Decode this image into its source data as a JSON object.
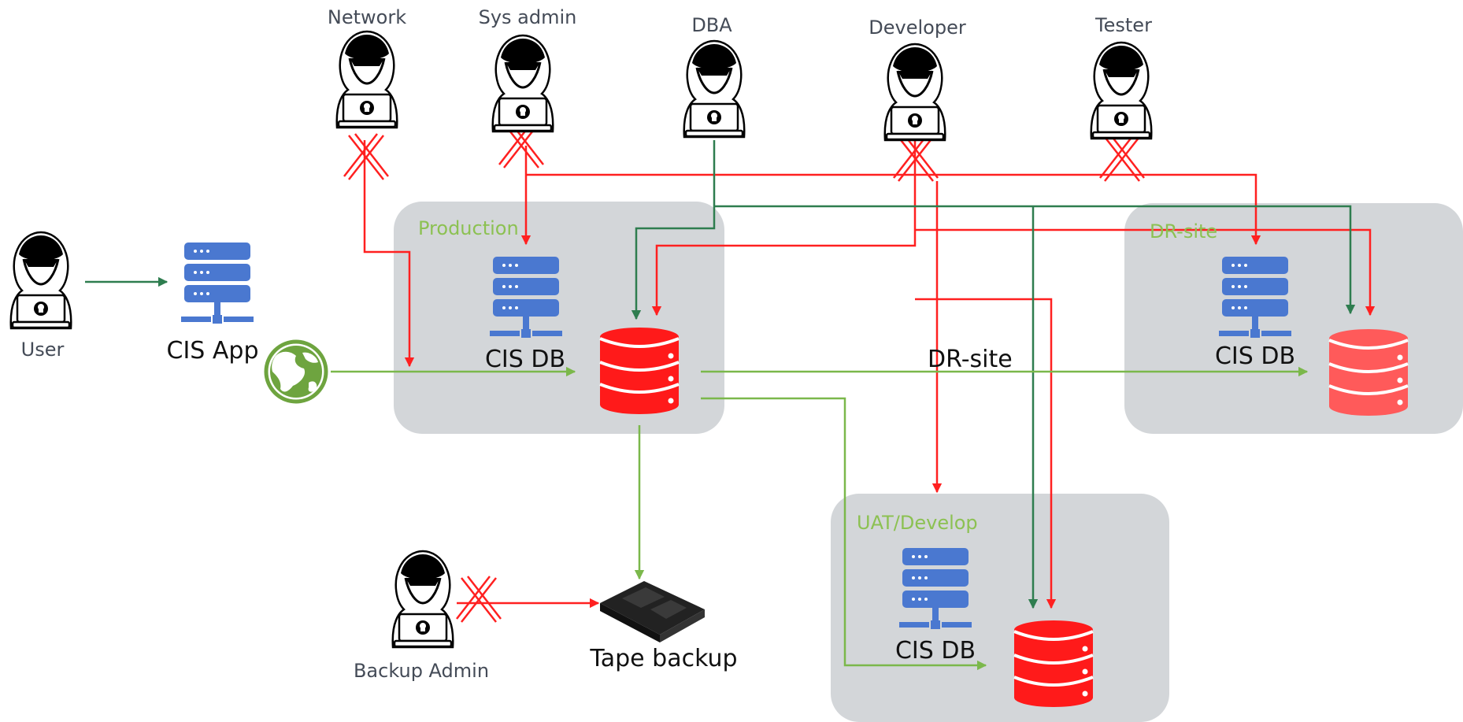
{
  "diagram": {
    "roles": {
      "network": "Network",
      "sysadmin": "Sys admin",
      "dba": "DBA",
      "developer": "Developer",
      "tester": "Tester",
      "user": "User",
      "backup_admin": "Backup Admin"
    },
    "zones": {
      "production": "Production",
      "dr_site": "DR-site",
      "uat": "UAT/Develop"
    },
    "nodes": {
      "cis_app": "CIS App",
      "prod_db": "CIS DB",
      "dr_db": "CIS DB",
      "uat_db": "CIS DB",
      "tape": "Tape backup",
      "replication": "DR-site"
    },
    "colors": {
      "zone_bg": "#d3d6d9",
      "server_blue": "#4a78d0",
      "db_red": "#ff1a1a",
      "db_red_light": "#ff5a5a",
      "blocked_red": "#ff2020",
      "allowed_green_dark": "#2e7d4f",
      "allowed_green_light": "#7bb84b",
      "zone_label_green": "#8cc152"
    },
    "icons": [
      "hacker-icon",
      "server-icon",
      "database-icon",
      "globe-icon",
      "tape-icon",
      "blocked-x-icon"
    ]
  }
}
